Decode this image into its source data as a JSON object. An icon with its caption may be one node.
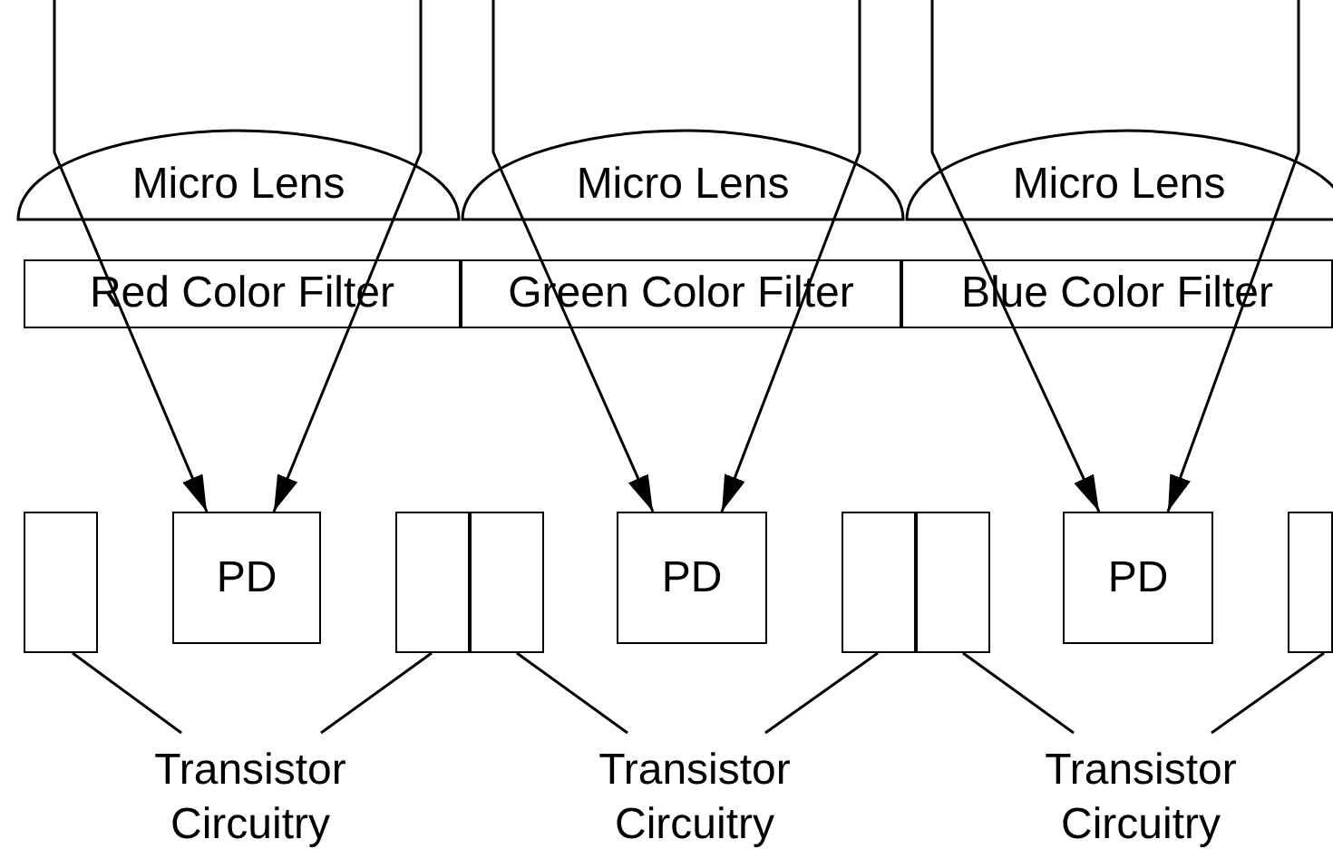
{
  "diagram": {
    "nodes": [
      {
        "text": [
          "Micro Lens"
        ]
      },
      {
        "text": [
          "Micro Lens"
        ]
      },
      {
        "text": [
          "Micro Lens"
        ]
      },
      {
        "text": [
          "Red Color Filter"
        ]
      },
      {
        "text": [
          "Green Color Filter"
        ]
      },
      {
        "text": [
          "Blue Color Filter"
        ]
      },
      {
        "text": [
          "PD"
        ]
      },
      {
        "text": [
          "PD"
        ]
      },
      {
        "text": [
          "PD"
        ]
      },
      {
        "text": [
          "Transistor Circuitry"
        ]
      },
      {
        "text": [
          "Transistor Circuitry"
        ]
      },
      {
        "text": [
          "Transistor Circuitry"
        ]
      },
      {
        "text": [],
        "shape": "box"
      },
      {
        "text": [],
        "shape": "box"
      },
      {
        "text": [],
        "shape": "box"
      },
      {
        "text": [],
        "shape": "box"
      },
      {
        "text": [],
        "shape": "box"
      },
      {
        "text": [],
        "shape": "box"
      }
    ],
    "edges": [
      {
        "from": null,
        "to": 6,
        "arrow": "to"
      },
      {
        "from": null,
        "to": 6,
        "arrow": "to"
      },
      {
        "from": null,
        "to": 7,
        "arrow": "to"
      },
      {
        "from": null,
        "to": 7,
        "arrow": "to"
      },
      {
        "from": null,
        "to": 8,
        "arrow": "to"
      },
      {
        "from": null,
        "to": 8,
        "arrow": "to"
      },
      {
        "from": 9,
        "to": 12,
        "arrow": "none"
      },
      {
        "from": 9,
        "to": 13,
        "arrow": "none"
      },
      {
        "from": 10,
        "to": 14,
        "arrow": "none"
      },
      {
        "from": 10,
        "to": 15,
        "arrow": "none"
      },
      {
        "from": 11,
        "to": 16,
        "arrow": "none"
      },
      {
        "from": 11,
        "to": 17,
        "arrow": "none"
      }
    ]
  }
}
